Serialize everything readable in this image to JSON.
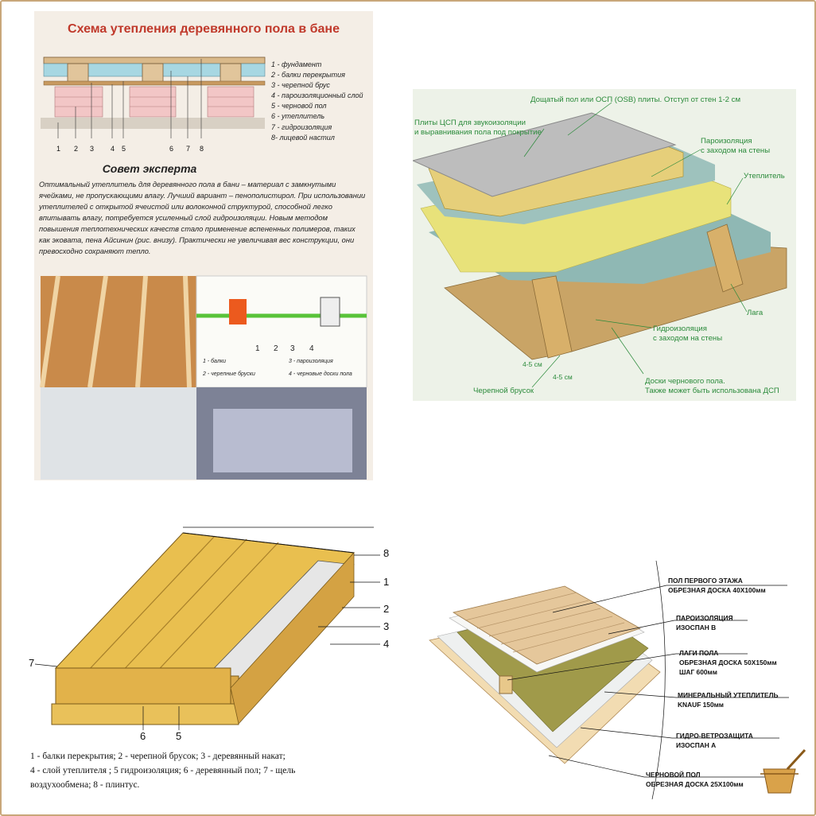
{
  "panel1": {
    "title": "Схема утепления деревянного пола в бане",
    "legend": [
      "1 - фундамент",
      "2 - балки перекрытия",
      "3 - черепной брус",
      "4 - пароизоляционный слой",
      "5 - черновой пол",
      "6 - утеплитель",
      "7 - гидроизоляция",
      "8- лицевой настил"
    ],
    "numbers": [
      "1",
      "2",
      "3",
      "4",
      "5",
      "6",
      "7",
      "8"
    ],
    "advice_title": "Совет эксперта",
    "advice_text": "Оптимальный утеплитель для деревянного пола в бани – материал с замкнутыми ячейками, не пропускающими влагу. Лучший вариант – пенополистирол. При использовании утеплителей с открытой ячеистой или волоконной структурой, способной легко впитывать влагу, потребуется усиленный слой гидроизоляции. Новым методом повышения теплотехнических качеств стало применение вспененных полимеров, таких как эковата, пена Айсинин (рис. внизу). Практически не увеличивая вес конструкции, они превосходно сохраняют тепло.",
    "small_numbers": [
      "1",
      "2",
      "3",
      "4"
    ],
    "small_legend": [
      "1 - балки",
      "3 - пароизоляция",
      "2 - черепные бруски",
      "4 - черновые доски пола"
    ]
  },
  "panel2": {
    "labels": {
      "top": "Дощатый пол или ОСП (OSB) плиты. Отступ от стен 1-2 см",
      "csp1": "Плиты ЦСП для звукоизоляции",
      "csp2": "и выравнивания пола под покрытие",
      "vapor1": "Пароизоляция",
      "vapor2": "с заходом на стены",
      "insul": "Утеплитель",
      "lag": "Лага",
      "hydro1": "Гидроизоляция",
      "hydro2": "с заходом на стены",
      "rough1": "Доски чернового пола.",
      "rough2": "Также может быть использована ДСП",
      "skull": "Черепной брусок",
      "dim1": "4-5 см",
      "dim2": "4-5 см"
    }
  },
  "panel3": {
    "numbers": [
      "8",
      "1",
      "2",
      "3",
      "4",
      "7",
      "6",
      "5"
    ],
    "caption_lines": [
      "1 - балки перекрытия; 2 - черепной брусок; 3 - деревянный  накат;",
      "4 - слой утеплителя    ; 5 гидроизоляция; 6 - деревянный пол; 7 - щель",
      "воздухообмена; 8 - плинтус."
    ]
  },
  "panel4": {
    "labels": [
      {
        "l1": "ПОЛ ПЕРВОГО ЭТАЖА",
        "l2": "ОБРЕЗНАЯ ДОСКА 40Х100мм"
      },
      {
        "l1": "ПАРОИЗОЛЯЦИЯ",
        "l2": "ИЗОСПАН В"
      },
      {
        "l1": "ЛАГИ ПОЛА",
        "l2": "ОБРЕЗНАЯ ДОСКА 50Х150мм",
        "l3": "ШАГ 600мм"
      },
      {
        "l1": "МИНЕРАЛЬНЫЙ УТЕПЛИТЕЛЬ",
        "l2": "KNAUF 150мм"
      },
      {
        "l1": "ГИДРО-ВЕТРОЗАЩИТА",
        "l2": "ИЗОСПАН А"
      },
      {
        "l1": "ЧЕРНОВОЙ ПОЛ",
        "l2": "ОБРЕЗНАЯ ДОСКА 25Х100мм"
      }
    ]
  },
  "colors": {
    "title_red": "#c0392b",
    "label_green": "#2a8a3a",
    "wood": "#e8c06a",
    "insulation_yellow": "#e9e37a",
    "foil": "#9bb5b0",
    "rockwool": "#9a9a4a"
  }
}
